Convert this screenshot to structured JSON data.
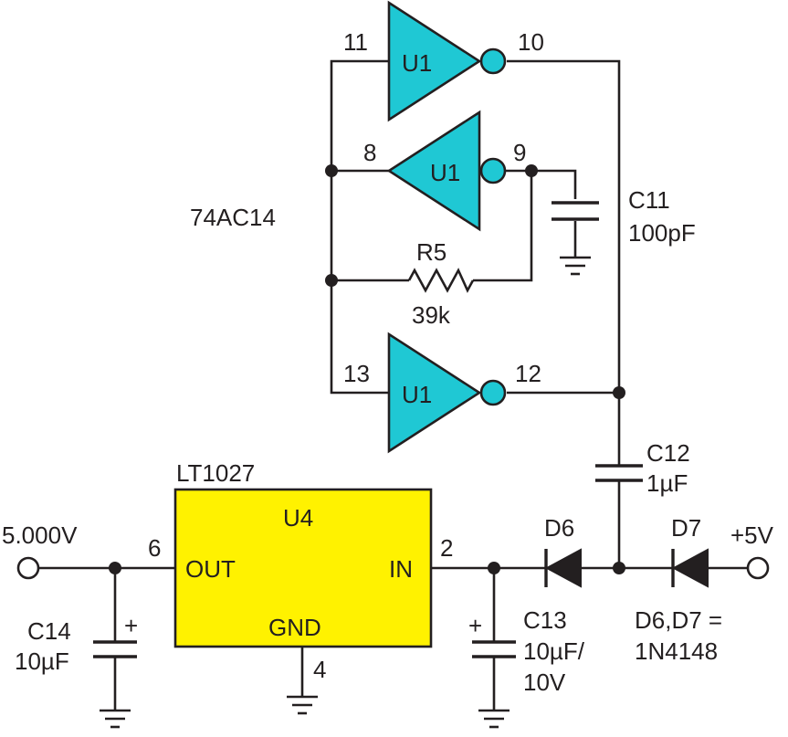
{
  "colors": {
    "inverter": "#1fc8d4",
    "regulator": "#fff200",
    "line": "#231f20",
    "background": "#ffffff"
  },
  "labels": {
    "inverter_a": {
      "name": "U1",
      "pin_in": "11",
      "pin_out": "10"
    },
    "inverter_b": {
      "name": "U1",
      "pin_in": "8",
      "pin_out": "9"
    },
    "inverter_c": {
      "name": "U1",
      "pin_in": "13",
      "pin_out": "12"
    },
    "part_74ac14": "74AC14",
    "r5": {
      "name": "R5",
      "value": "39k"
    },
    "c11": {
      "name": "C11",
      "value": "100pF"
    },
    "c12": {
      "name": "C12",
      "value": "1µF"
    },
    "regulator": {
      "part": "LT1027",
      "name": "U4",
      "out": "OUT",
      "in": "IN",
      "gnd": "GND",
      "pin_out": "6",
      "pin_in": "2",
      "pin_gnd": "4"
    },
    "output_voltage": "5.000V",
    "supply": "+5V",
    "d6": "D6",
    "d7": "D7",
    "diode_note": [
      "D6,D7 =",
      "1N4148"
    ],
    "c13": {
      "name": "C13",
      "lines": [
        "10µF/",
        "10V"
      ],
      "polarity": "+"
    },
    "c14": {
      "name": "C14",
      "value": "10µF",
      "polarity": "+"
    }
  }
}
